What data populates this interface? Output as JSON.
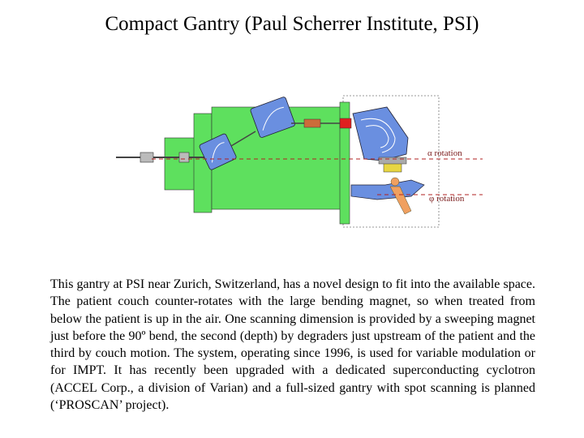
{
  "title": "Compact Gantry (Paul Scherrer Institute, PSI)",
  "diagram": {
    "alpha_label": "α rotation",
    "phi_label": "φ rotation"
  },
  "paragraph": "This gantry at PSI near Zurich, Switzerland, has a novel design to fit into the available space. The patient couch counter-rotates with the large bending magnet, so when treated from below the patient is up in the air. One scanning dimension is provided by a sweeping magnet just before the 90º bend, the second (depth) by degraders just upstream of the patient and the third by couch motion. The system, operating since 1996, is used for variable modulation or for IMPT. It has recently been upgraded with a dedicated superconducting cyclotron (ACCEL Corp., a division of Varian) and a full-sized gantry with spot scanning is planned (‘PROSCAN’ project)."
}
